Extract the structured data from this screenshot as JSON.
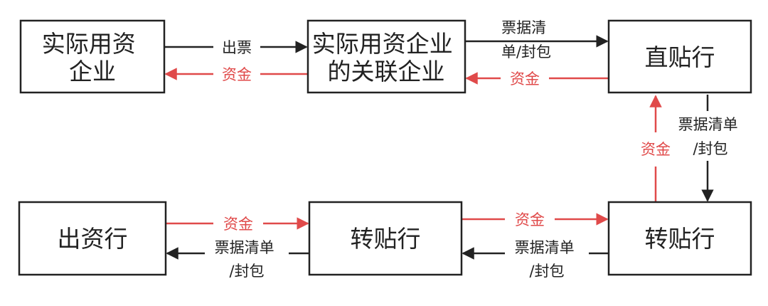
{
  "nodes": {
    "actual_enterprise": [
      "实际用资",
      "企业"
    ],
    "related_enterprise": [
      "实际用资企业",
      "的关联企业"
    ],
    "direct_bank": [
      "直贴行"
    ],
    "transfer_bank_right": [
      "转贴行"
    ],
    "transfer_bank_middle": [
      "转贴行"
    ],
    "funding_bank": [
      "出资行"
    ]
  },
  "edges": {
    "issue_bill": [
      "出票"
    ],
    "funds_to_actual": [
      "资金"
    ],
    "bill_list_to_direct": [
      "票据清",
      "单/封包"
    ],
    "funds_to_related": [
      "资金"
    ],
    "bill_list_down": [
      "票据清单",
      "/封包"
    ],
    "funds_up": [
      "资金"
    ],
    "funds_to_right_transfer": [
      "资金"
    ],
    "bill_list_to_middle": [
      "票据清单",
      "/封包"
    ],
    "funds_to_middle": [
      "资金"
    ],
    "bill_list_to_funding": [
      "票据清单",
      "/封包"
    ]
  },
  "colors": {
    "ink": "#222222",
    "funds_red": "#e04a4a"
  }
}
